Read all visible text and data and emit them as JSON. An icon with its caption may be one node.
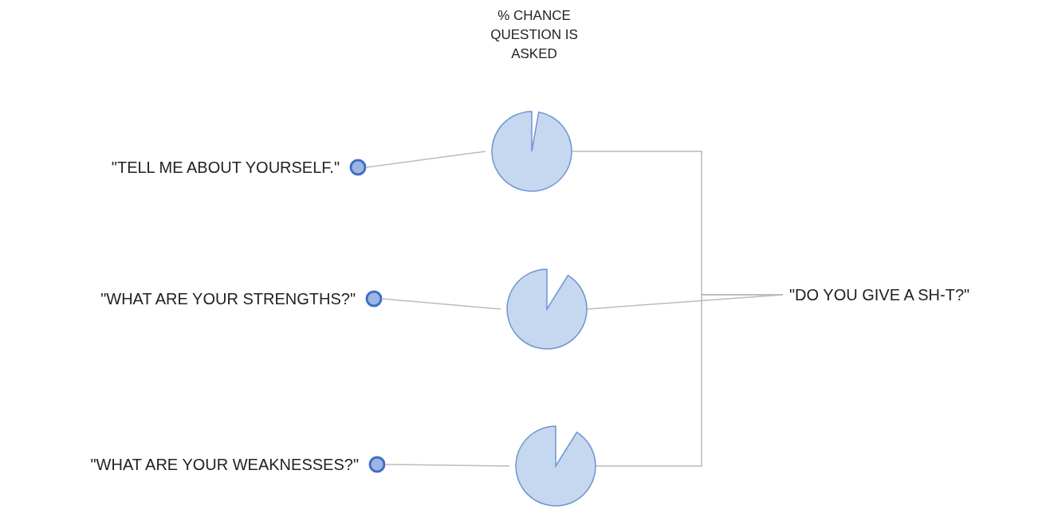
{
  "diagram": {
    "nodes": [
      {
        "text": [
          "\"TELL ME ABOUT YOURSELF.\""
        ]
      },
      {
        "text": [],
        "shape": "pie"
      },
      {
        "text": [
          "\"WHAT ARE YOUR STRENGTHS?\""
        ]
      },
      {
        "text": [],
        "shape": "pie"
      },
      {
        "text": [
          "\"WHAT ARE YOUR WEAKNESSES?\""
        ]
      },
      {
        "text": [],
        "shape": "pie"
      },
      {
        "text": [
          "\"DO YOU GIVE A SH-T?\""
        ]
      }
    ],
    "edges": [
      {
        "from": 0,
        "to": 1,
        "arrow": "none"
      },
      {
        "from": 2,
        "to": 3,
        "arrow": "none"
      },
      {
        "from": 4,
        "to": 5,
        "arrow": "none"
      },
      {
        "from": 1,
        "to": 6,
        "arrow": "none"
      },
      {
        "from": 3,
        "to": 6,
        "arrow": "none"
      },
      {
        "from": 5,
        "to": 6,
        "arrow": "none"
      }
    ],
    "labels": [
      "% CHANCE QUESTION IS ASKED"
    ]
  }
}
